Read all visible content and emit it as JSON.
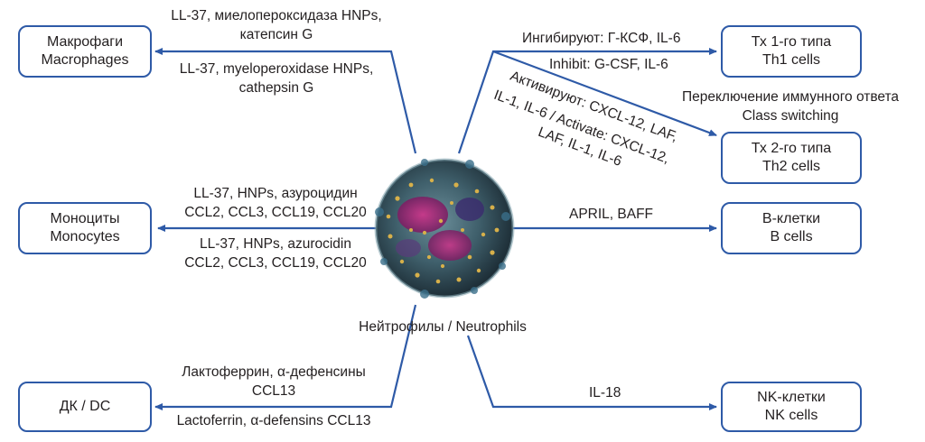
{
  "center_label": "Нейтрофилы / Neutrophils",
  "nodes": {
    "macrophages": {
      "ru": "Макрофаги",
      "en": "Macrophages"
    },
    "monocytes": {
      "ru": "Моноциты",
      "en": "Monocytes"
    },
    "dc": {
      "text": "ДК / DC"
    },
    "th1": {
      "ru": "Тх 1-го типа",
      "en": "Th1 cells"
    },
    "th2": {
      "ru": "Тх 2-го типа",
      "en": "Th2 cells"
    },
    "bcells": {
      "ru": "B-клетки",
      "en": "B cells"
    },
    "nkcells": {
      "ru": "NK-клетки",
      "en": "NK cells"
    }
  },
  "edges": {
    "macrophages": {
      "ru_line1": "LL-37, миелопероксидаза HNPs,",
      "ru_line2": "катепсин G",
      "en_line1": "LL-37, myeloperoxidase HNPs,",
      "en_line2": "cathepsin G"
    },
    "monocytes": {
      "ru_line1": "LL-37, HNPs, азуроцидин",
      "ru_line2": "CCL2, CCL3, CCL19, CCL20",
      "en_line1": "LL-37, HNPs, azurocidin",
      "en_line2": "CCL2, CCL3, CCL19, CCL20"
    },
    "dc": {
      "ru_line1": "Лактоферрин, α-дефенсины",
      "ru_line2": "CCL13",
      "en_line1": "Lactoferrin, α-defensins CCL13"
    },
    "th1": {
      "ru": "Ингибируют: Г-КСФ, IL-6",
      "en": "Inhibit: G-CSF, IL-6"
    },
    "th2": {
      "line1": "Активируют: CXCL-12, LAF,",
      "line2": "IL-1, IL-6 / Activate: CXCL-12,",
      "line3": "LAF, IL-1, IL-6"
    },
    "class_switching": {
      "ru": "Переключение иммунного ответа",
      "en": "Class switching"
    },
    "bcells": {
      "text": "APRIL, BAFF"
    },
    "nkcells": {
      "text": "IL-18"
    }
  },
  "colors": {
    "arrow": "#2e5aa7",
    "box_border": "#2e5aa7",
    "text": "#231f20"
  }
}
